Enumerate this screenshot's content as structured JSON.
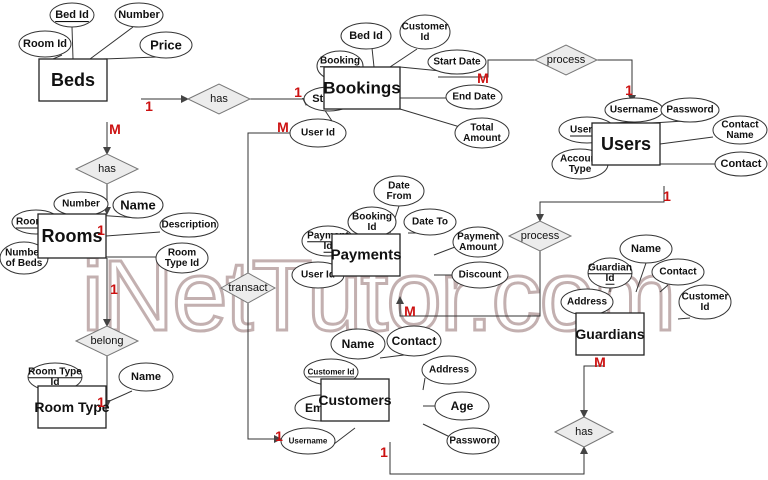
{
  "watermark": "iNetTutor.com",
  "entities": [
    {
      "id": "beds",
      "label": "Beds"
    },
    {
      "id": "bookings",
      "label": "Bookings"
    },
    {
      "id": "users",
      "label": "Users"
    },
    {
      "id": "rooms",
      "label": "Rooms"
    },
    {
      "id": "payments",
      "label": "Payments"
    },
    {
      "id": "guardians",
      "label": "Guardians"
    },
    {
      "id": "room_type",
      "label": "Room Type"
    },
    {
      "id": "customers",
      "label": "Customers"
    }
  ],
  "relationships": [
    {
      "id": "has_beds_bookings",
      "label": "has"
    },
    {
      "id": "process_bookings_users",
      "label": "process"
    },
    {
      "id": "has_beds_rooms",
      "label": "has"
    },
    {
      "id": "process_users_payments",
      "label": "process"
    },
    {
      "id": "transact",
      "label": "transact"
    },
    {
      "id": "belong",
      "label": "belong"
    },
    {
      "id": "has_customers_guardians",
      "label": "has"
    }
  ],
  "attributes": [
    {
      "id": "bed_id",
      "lines": [
        "Bed Id"
      ],
      "key": true
    },
    {
      "id": "bed_number",
      "lines": [
        "Number"
      ]
    },
    {
      "id": "bed_room_id",
      "lines": [
        "Room Id"
      ]
    },
    {
      "id": "bed_price",
      "lines": [
        "Price"
      ]
    },
    {
      "id": "bk_bed_id",
      "lines": [
        "Bed Id"
      ]
    },
    {
      "id": "bk_customer_id",
      "lines": [
        "Customer",
        "Id"
      ]
    },
    {
      "id": "bk_booking_id",
      "lines": [
        "Booking",
        "Id"
      ],
      "key": true
    },
    {
      "id": "bk_start_date",
      "lines": [
        "Start Date"
      ]
    },
    {
      "id": "bk_status",
      "lines": [
        "Status"
      ]
    },
    {
      "id": "bk_end_date",
      "lines": [
        "End Date"
      ]
    },
    {
      "id": "bk_user_id",
      "lines": [
        "User Id"
      ]
    },
    {
      "id": "bk_total_amount",
      "lines": [
        "Total",
        "Amount"
      ]
    },
    {
      "id": "u_username",
      "lines": [
        "Username"
      ]
    },
    {
      "id": "u_password",
      "lines": [
        "Password"
      ]
    },
    {
      "id": "u_user_id",
      "lines": [
        "User Id"
      ],
      "key": true
    },
    {
      "id": "u_contact_name",
      "lines": [
        "Contact",
        "Name"
      ]
    },
    {
      "id": "u_account_type",
      "lines": [
        "Account",
        "Type"
      ]
    },
    {
      "id": "u_contact",
      "lines": [
        "Contact"
      ]
    },
    {
      "id": "r_number",
      "lines": [
        "Number"
      ]
    },
    {
      "id": "r_name",
      "lines": [
        "Name"
      ]
    },
    {
      "id": "r_room_id",
      "lines": [
        "Room Id"
      ],
      "key": true
    },
    {
      "id": "r_description",
      "lines": [
        "Description"
      ]
    },
    {
      "id": "r_number_of_beds",
      "lines": [
        "Number",
        "of Beds"
      ]
    },
    {
      "id": "r_room_type_id",
      "lines": [
        "Room",
        "Type Id"
      ]
    },
    {
      "id": "p_date_from",
      "lines": [
        "Date",
        "From"
      ]
    },
    {
      "id": "p_booking_id",
      "lines": [
        "Booking",
        "Id"
      ]
    },
    {
      "id": "p_date_to",
      "lines": [
        "Date To"
      ]
    },
    {
      "id": "p_payment_id",
      "lines": [
        "Payment",
        "Id"
      ],
      "key": true
    },
    {
      "id": "p_payment_amount",
      "lines": [
        "Payment",
        "Amount"
      ]
    },
    {
      "id": "p_user_id",
      "lines": [
        "User Id"
      ]
    },
    {
      "id": "p_discount",
      "lines": [
        "Discount"
      ]
    },
    {
      "id": "g_name",
      "lines": [
        "Name"
      ]
    },
    {
      "id": "g_guardian_id",
      "lines": [
        "Guardian",
        "Id"
      ],
      "key": true
    },
    {
      "id": "g_contact",
      "lines": [
        "Contact"
      ]
    },
    {
      "id": "g_address",
      "lines": [
        "Address"
      ]
    },
    {
      "id": "g_customer_id",
      "lines": [
        "Customer",
        "Id"
      ]
    },
    {
      "id": "rt_room_type_id",
      "lines": [
        "Room Type",
        "Id"
      ],
      "key": true
    },
    {
      "id": "rt_name",
      "lines": [
        "Name"
      ]
    },
    {
      "id": "c_name",
      "lines": [
        "Name"
      ]
    },
    {
      "id": "c_contact",
      "lines": [
        "Contact"
      ]
    },
    {
      "id": "c_customer_id",
      "lines": [
        "Customer Id"
      ],
      "key": true
    },
    {
      "id": "c_address",
      "lines": [
        "Address"
      ]
    },
    {
      "id": "c_email",
      "lines": [
        "Email"
      ]
    },
    {
      "id": "c_age",
      "lines": [
        "Age"
      ]
    },
    {
      "id": "c_username",
      "lines": [
        "Username"
      ]
    },
    {
      "id": "c_password",
      "lines": [
        "Password"
      ]
    }
  ],
  "cardinalities": [
    {
      "id": "beds_has_1",
      "label": "1"
    },
    {
      "id": "bookings_has_1",
      "label": "1"
    },
    {
      "id": "bookings_process_m",
      "label": "M"
    },
    {
      "id": "users_process_1",
      "label": "1"
    },
    {
      "id": "beds_rooms_m",
      "label": "M"
    },
    {
      "id": "rooms_has_1",
      "label": "1"
    },
    {
      "id": "bookings_transact_m",
      "label": "M"
    },
    {
      "id": "users_payments_1",
      "label": "1"
    },
    {
      "id": "rooms_belong_1",
      "label": "1"
    },
    {
      "id": "roomtype_belong_1",
      "label": "1"
    },
    {
      "id": "payments_process_m",
      "label": "M"
    },
    {
      "id": "guardians_m",
      "label": "M"
    },
    {
      "id": "customers_transact_1",
      "label": "1"
    },
    {
      "id": "customers_has_1",
      "label": "1"
    }
  ]
}
